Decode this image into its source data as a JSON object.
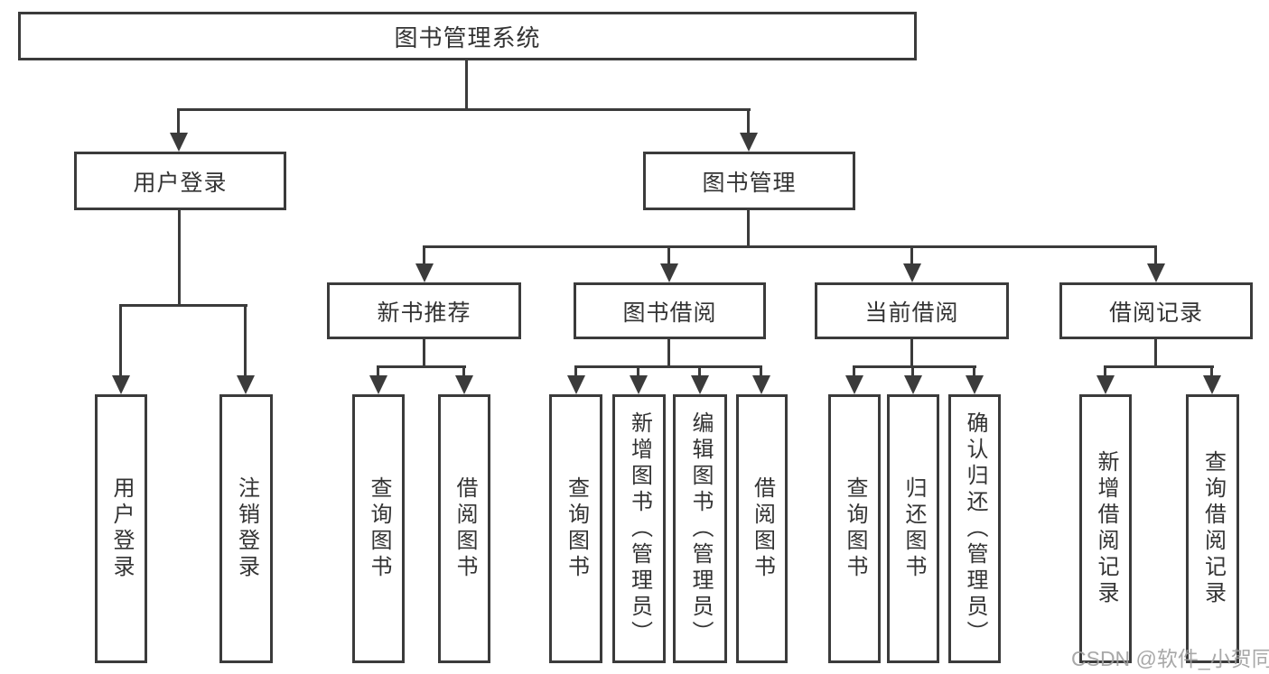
{
  "diagram": {
    "type": "tree",
    "title": "图书管理系统",
    "colors": {
      "line": "#3b3b3b",
      "text": "#333333",
      "background": "#ffffff",
      "watermark": "#9e9e9e"
    },
    "tree": {
      "root": "图书管理系统",
      "level2": [
        {
          "label": "用户登录",
          "children": [
            "用户登录",
            "注销登录"
          ]
        },
        {
          "label": "图书管理",
          "children": [
            {
              "label": "新书推荐",
              "children": [
                "查询图书",
                "借阅图书"
              ]
            },
            {
              "label": "图书借阅",
              "children": [
                "查询图书",
                "新增图书（管理员）",
                "编辑图书（管理员）",
                "借阅图书"
              ]
            },
            {
              "label": "当前借阅",
              "children": [
                "查询图书",
                "归还图书",
                "确认归还（管理员）"
              ]
            },
            {
              "label": "借阅记录",
              "children": [
                "新增借阅记录",
                "查询借阅记录"
              ]
            }
          ]
        }
      ]
    },
    "watermark": "CSDN @软件_小贺同学"
  }
}
